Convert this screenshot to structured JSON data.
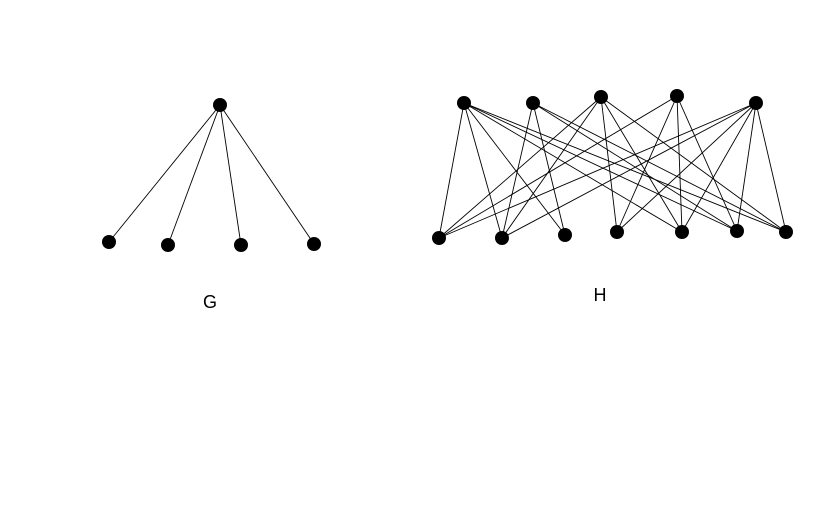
{
  "figure": {
    "colors": {
      "background": "#ffffff",
      "vertex": "#000000",
      "edge": "#000000",
      "label": "#000000"
    },
    "graphs": [
      {
        "id": "G",
        "label": "G",
        "vertex_count": 5,
        "edges": [
          [
            0,
            1
          ],
          [
            0,
            2
          ],
          [
            0,
            3
          ],
          [
            0,
            4
          ]
        ]
      },
      {
        "id": "H",
        "label": "H",
        "vertex_count": 12,
        "edges": [
          [
            0,
            5
          ],
          [
            0,
            6
          ],
          [
            0,
            7
          ],
          [
            0,
            9
          ],
          [
            0,
            10
          ],
          [
            0,
            11
          ],
          [
            1,
            6
          ],
          [
            1,
            7
          ],
          [
            1,
            10
          ],
          [
            1,
            11
          ],
          [
            2,
            5
          ],
          [
            2,
            6
          ],
          [
            2,
            8
          ],
          [
            2,
            9
          ],
          [
            2,
            11
          ],
          [
            3,
            5
          ],
          [
            3,
            8
          ],
          [
            3,
            9
          ],
          [
            3,
            10
          ],
          [
            4,
            5
          ],
          [
            4,
            6
          ],
          [
            4,
            8
          ],
          [
            4,
            9
          ],
          [
            4,
            10
          ],
          [
            4,
            11
          ]
        ]
      }
    ]
  }
}
